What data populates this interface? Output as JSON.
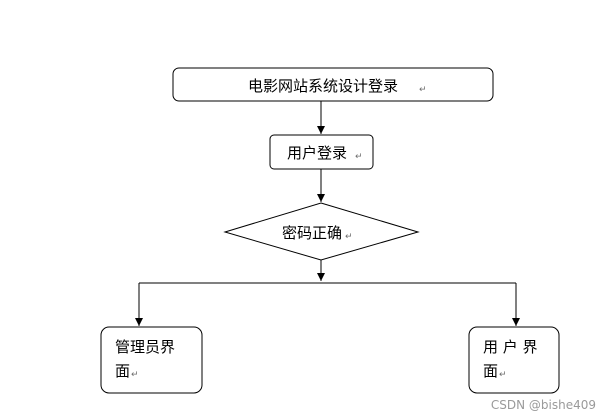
{
  "diagram": {
    "title_box": "电影网站系统设计登录",
    "login_box": "用户登录",
    "decision": "密码正确",
    "admin_box": [
      "管理员界",
      "面"
    ],
    "user_box": [
      "用 户 界",
      "面"
    ]
  },
  "marks": {
    "paragraph_mark": "↵"
  },
  "watermark": "CSDN @bishe409"
}
